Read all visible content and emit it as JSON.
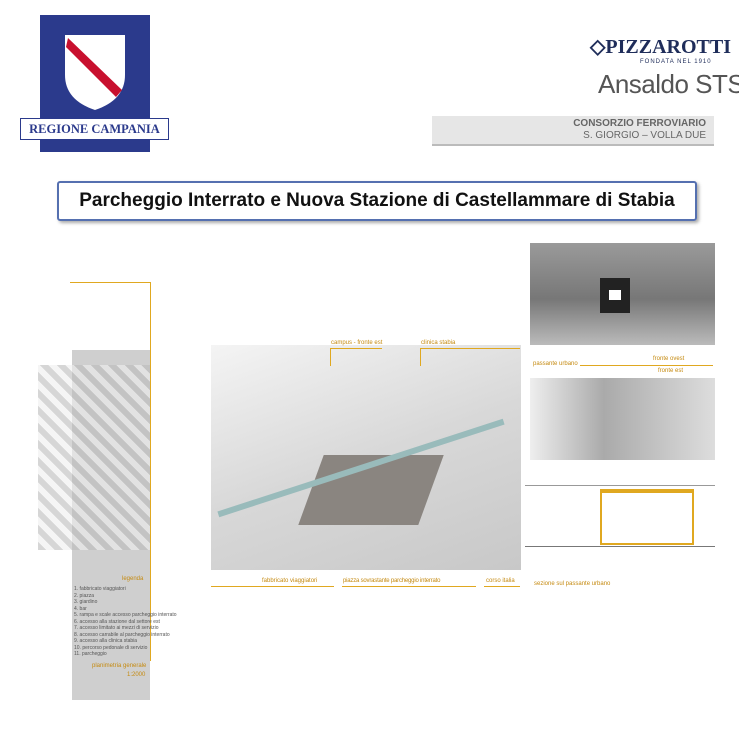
{
  "header": {
    "region_label": "REGIONE CAMPANIA",
    "pizzarotti": "PIZZAROTTI",
    "pizzarotti_sub": "FONDATA NEL 1910",
    "ansaldo": "Ansaldo STS",
    "consorzio": "CONSORZIO FERROVIARIO",
    "consorzio_sub": "S. GIORGIO – VOLLA DUE"
  },
  "title": "Parcheggio Interrato e Nuova Stazione di Castellammare di Stabia",
  "plan": {
    "legend_title": "legenda",
    "legend_items": [
      "1. fabbricato viaggiatori",
      "2. piazza",
      "3. giardino",
      "4. bar",
      "5. rampa e scale accesso parcheggio interrato",
      "6. accesso alla stazione dal settore est",
      "7. accesso limitato ai mezzi di servizio",
      "8. accesso carrabile al parcheggio interrato",
      "9. accesso alla clinica stabia",
      "10. percorso pedonale di servizio",
      "11. parcheggio"
    ],
    "caption": "planimetria generale",
    "scale": "1:2000"
  },
  "aerial": {
    "labels_top": [
      "campus - fronte est",
      "clinica stabia"
    ],
    "labels_bottom": [
      "fabbricato viaggiatori",
      "piazza sovrastante parcheggio interrato",
      "corso italia"
    ]
  },
  "right": {
    "label_passante": "passante urbano",
    "label_ovest": "fronte ovest",
    "label_est": "fronte est",
    "label_section": "sezione sul passante urbano"
  },
  "colors": {
    "accent": "#e0a820",
    "blue": "#2b3a8c"
  }
}
